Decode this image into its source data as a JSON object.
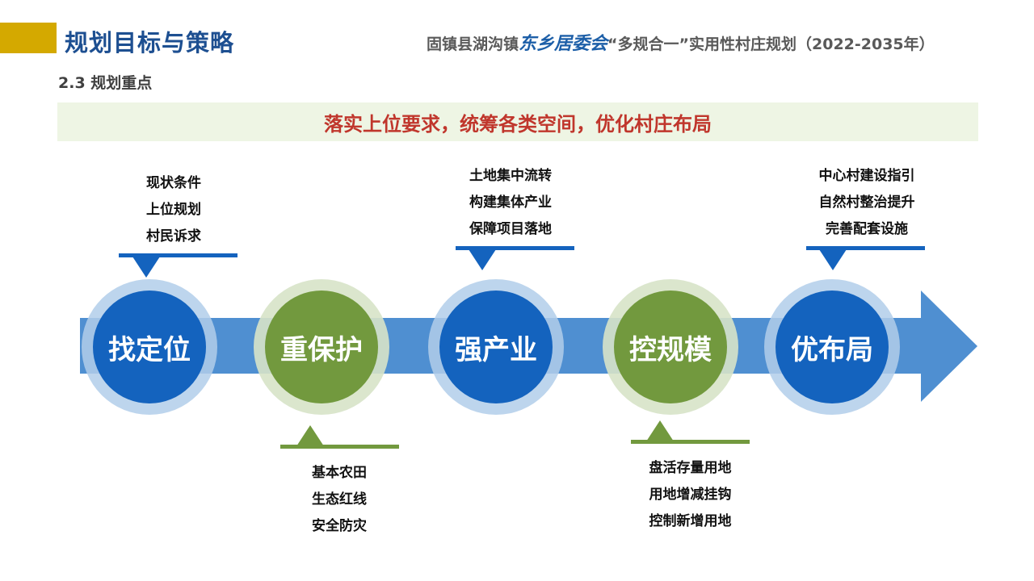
{
  "header": {
    "title": "规划目标与策略",
    "doc_prefix": "固镇县湖沟镇",
    "doc_village": "东乡居委会",
    "doc_suffix": "“多规合一”实用性村庄规划（2022-2035年）"
  },
  "section": "2.3 规划重点",
  "banner": "落实上位要求，统筹各类空间，优化村庄布局",
  "steps": [
    {
      "label": "找定位",
      "items": [
        "现状条件",
        "上位规划",
        "村民诉求"
      ]
    },
    {
      "label": "重保护",
      "items": [
        "基本农田",
        "生态红线",
        "安全防灾"
      ]
    },
    {
      "label": "强产业",
      "items": [
        "土地集中流转",
        "构建集体产业",
        "保障项目落地"
      ]
    },
    {
      "label": "控规模",
      "items": [
        "盘活存量用地",
        "用地增减挂钩",
        "控制新增用地"
      ]
    },
    {
      "label": "优布局",
      "items": [
        "中心村建设指引",
        "自然村整治提升",
        "完善配套设施"
      ]
    }
  ],
  "colors": {
    "blue": "#1463be",
    "green": "#72993e",
    "accent": "#c0362c",
    "gold": "#d4a900"
  }
}
